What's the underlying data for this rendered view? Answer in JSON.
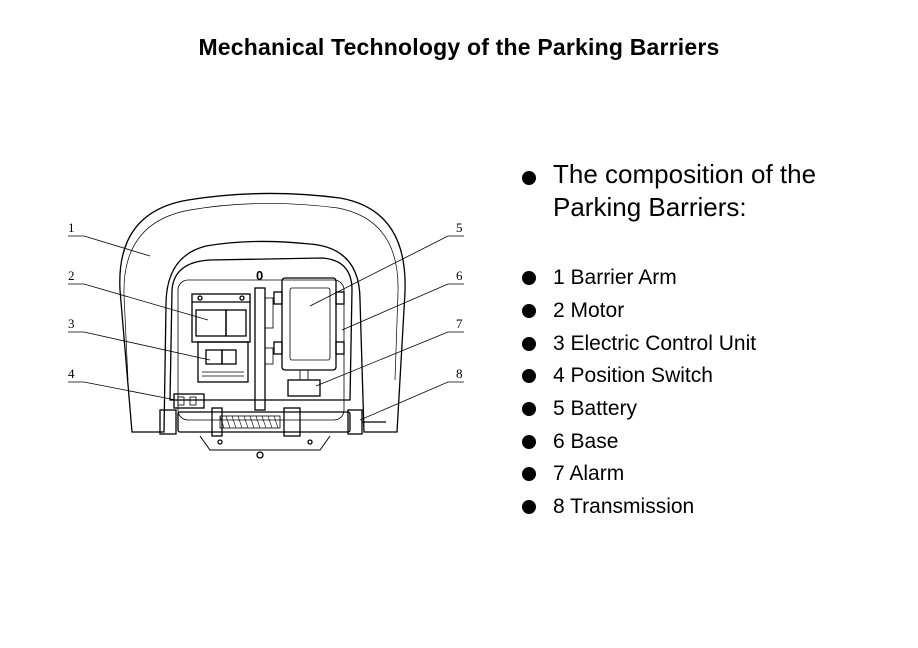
{
  "title": "Mechanical Technology of  the Parking Barriers",
  "heading": "The composition of the Parking Barriers:",
  "parts": [
    {
      "label": "1 Barrier Arm"
    },
    {
      "label": "2 Motor"
    },
    {
      "label": "3 Electric Control Unit"
    },
    {
      "label": "4 Position Switch"
    },
    {
      "label": "5 Battery"
    },
    {
      "label": "6 Base"
    },
    {
      "label": "7 Alarm"
    },
    {
      "label": "8 Transmission"
    }
  ],
  "diagram": {
    "callouts": [
      "1",
      "2",
      "3",
      "4",
      "5",
      "6",
      "7",
      "8"
    ],
    "switch_mark": "0"
  }
}
